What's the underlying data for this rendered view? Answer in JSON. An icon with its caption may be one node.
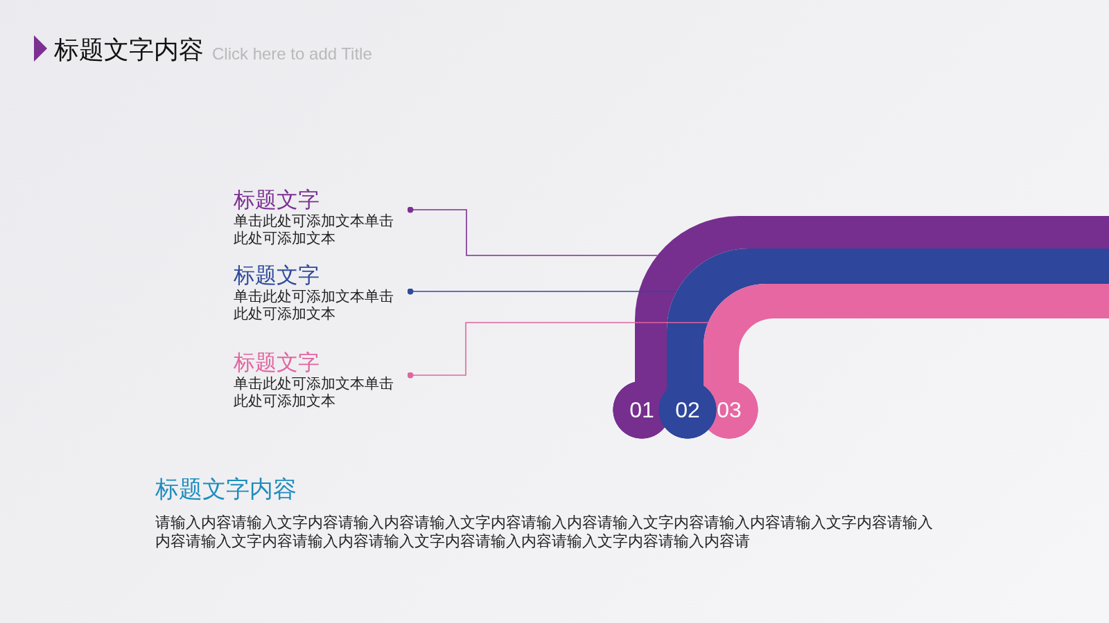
{
  "diagram": {
    "title": "标题文字内容",
    "nodes": [
      {
        "text": [
          "标题文字",
          "单击此处可添加文本单击此处可添加文本"
        ]
      },
      {
        "text": [
          "标题文字",
          "单击此处可添加文本单击此处可添加文本"
        ]
      },
      {
        "text": [
          "标题文字",
          "单击此处可添加文本单击此处可添加文本"
        ]
      },
      {
        "text": [],
        "shape": "band"
      },
      {
        "text": [],
        "shape": "band"
      },
      {
        "text": [],
        "shape": "band"
      },
      {
        "text": [
          "01"
        ]
      },
      {
        "text": [
          "02"
        ]
      },
      {
        "text": [
          "03"
        ]
      }
    ],
    "edges": [
      {
        "from": 0,
        "to": 3,
        "arrow": "other",
        "color": "#7b3092"
      },
      {
        "from": 1,
        "to": 4,
        "arrow": "other",
        "color": "#2e4a9b"
      },
      {
        "from": 2,
        "to": 5,
        "arrow": "other",
        "color": "#e066a0"
      }
    ],
    "labels": [
      "Click here to add Title",
      "标题文字内容",
      "请输入内容请输入文字内容请输入内容请输入文字内容请输入内容请输入文字内容请输入内容请输入文字内容请输入内容请输入文字内容请输入内容请输入文字内容请输入内容请输入文字内容请输入内容请"
    ]
  }
}
